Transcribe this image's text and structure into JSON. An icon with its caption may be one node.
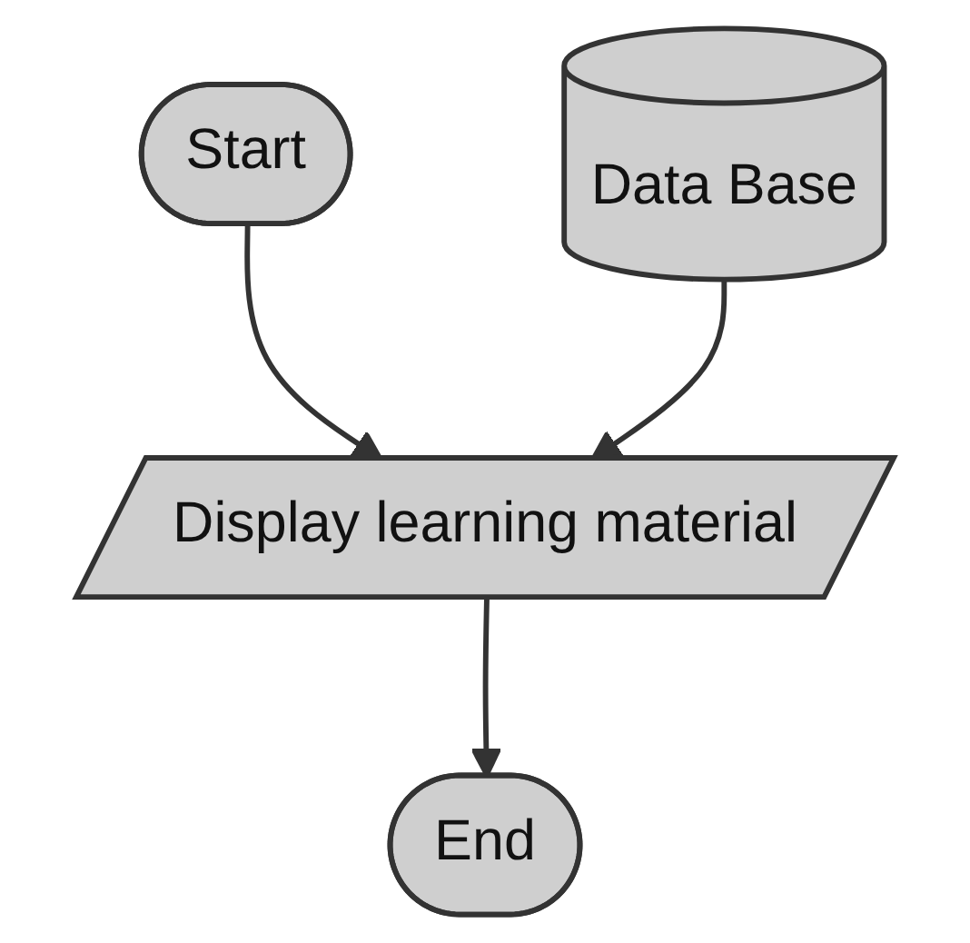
{
  "diagram": {
    "nodes": [
      {
        "text": [
          "Start"
        ]
      },
      {
        "text": [
          "Display learning material"
        ]
      },
      {
        "text": [
          "Data Base"
        ]
      },
      {
        "text": [
          "End"
        ]
      }
    ],
    "edges": [
      {
        "from": 0,
        "to": 1,
        "arrow": "to"
      },
      {
        "from": 2,
        "to": 1,
        "arrow": "to"
      },
      {
        "from": 1,
        "to": 3,
        "arrow": "to"
      }
    ]
  }
}
